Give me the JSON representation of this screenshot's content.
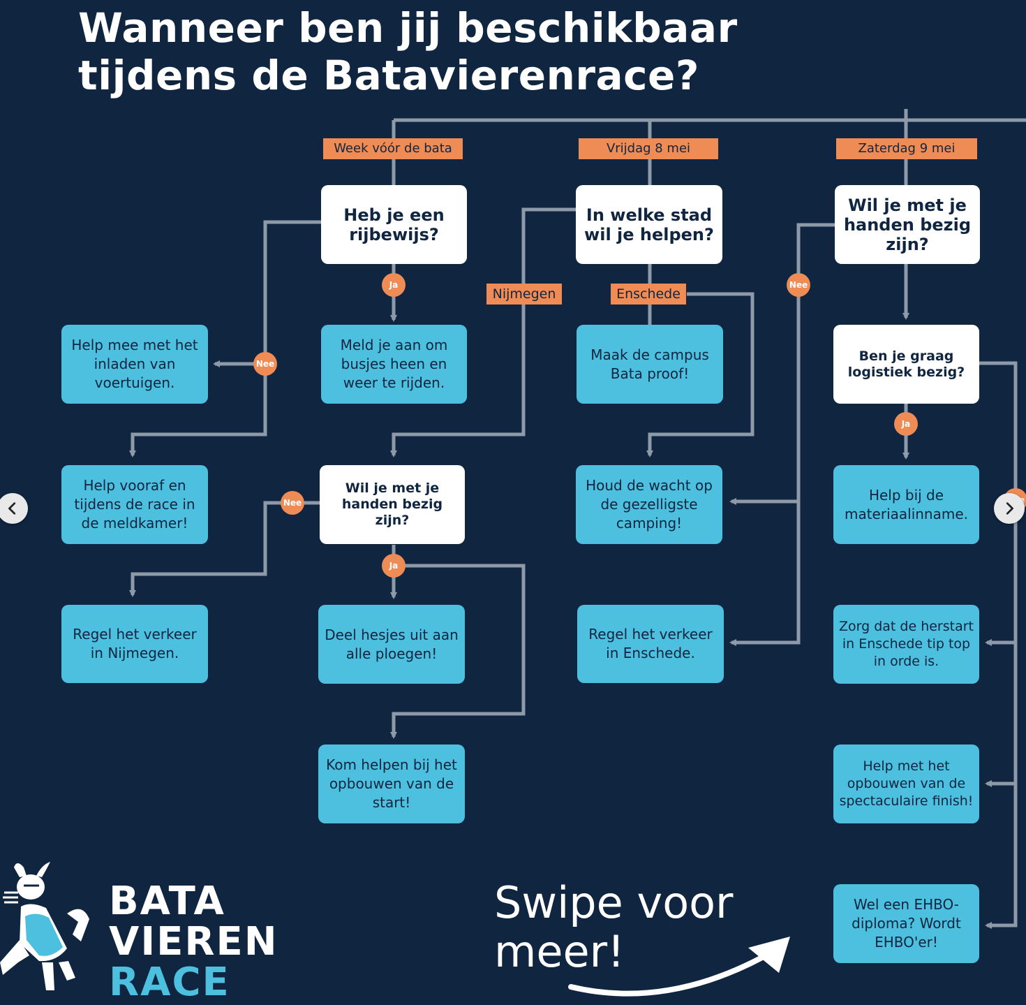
{
  "title": {
    "line1": "Wanneer ben jij beschikbaar",
    "line2": "tijdens de Batavierenrace?"
  },
  "days": {
    "week": "Week vóór de bata",
    "friday": "Vrijdag 8 mei",
    "saturday": "Zaterdag 9 mei"
  },
  "questions": {
    "license": "Heb je een rijbewijs?",
    "city": "In welke stad wil je helpen?",
    "hands_sat": "Wil je met je handen bezig zijn?",
    "hands_week": "Wil je met je handen bezig zijn?",
    "logistics": "Ben je graag logistiek bezig?"
  },
  "answers": {
    "loading": "Help mee met het inladen van voertuigen.",
    "busjes": "Meld je aan om busjes heen en weer te rijden.",
    "meldkamer": "Help vooraf en tijdens de race in de meldkamer!",
    "verkeer_nijmegen": "Regel het verkeer in Nijmegen.",
    "hesjes": "Deel hesjes uit aan alle ploegen!",
    "start": "Kom helpen bij het opbouwen van de start!",
    "campus": "Maak de campus Bata proof!",
    "camping": "Houd de wacht op de gezelligste camping!",
    "verkeer_enschede": "Regel het verkeer in Enschede.",
    "materiaal": "Help bij de materiaalinname.",
    "herstart": "Zorg dat de herstart in Enschede tip top in orde is.",
    "finish": "Help met het opbouwen van de spectaculaire finish!",
    "ehbo": "Wel een EHBO-diploma? Wordt EHBO'er!"
  },
  "labels": {
    "yes": "Ja",
    "no": "Nee",
    "nijmegen": "Nijmegen",
    "enschede": "Enschede"
  },
  "logo": {
    "line1": "BATA",
    "line2": "VIEREN",
    "line3": "RACE"
  },
  "swipe": {
    "line1": "Swipe voor",
    "line2": "meer!"
  },
  "colors": {
    "background": "#10253f",
    "accent_orange": "#ef8c56",
    "answer_blue": "#4dbfdf",
    "question_white": "#ffffff",
    "line_gray": "#8e9aa8"
  },
  "icons": {
    "prev": "chevron-left-icon",
    "next": "chevron-right-icon",
    "mascot": "viking-mascot-icon",
    "swipe_arrow": "curved-arrow-icon"
  }
}
